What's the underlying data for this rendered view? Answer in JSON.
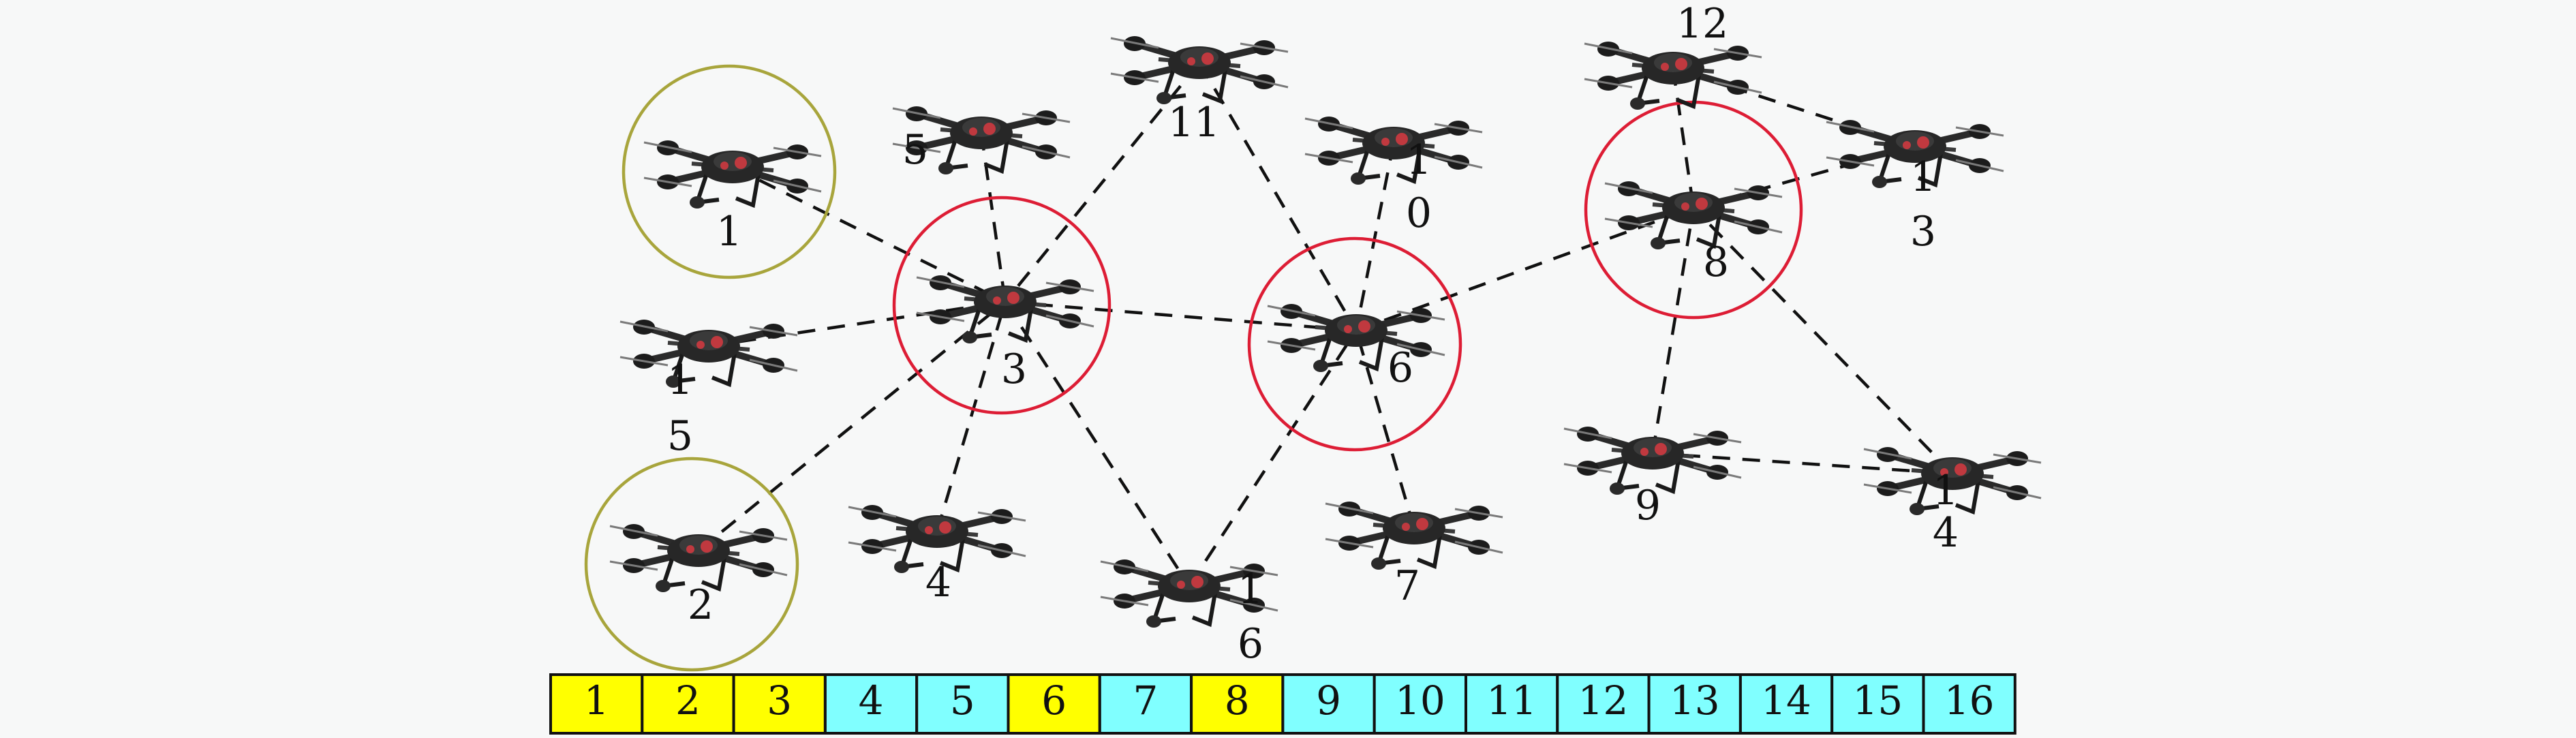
{
  "nodes": [
    {
      "id": "1",
      "label_lines": [
        "1"
      ]
    },
    {
      "id": "2",
      "label_lines": [
        "2"
      ]
    },
    {
      "id": "3",
      "label_lines": [
        "3"
      ]
    },
    {
      "id": "4",
      "label_lines": [
        "4"
      ]
    },
    {
      "id": "5",
      "label_lines": [
        "5"
      ]
    },
    {
      "id": "6",
      "label_lines": [
        "6"
      ]
    },
    {
      "id": "7",
      "label_lines": [
        "7"
      ]
    },
    {
      "id": "8",
      "label_lines": [
        "8"
      ]
    },
    {
      "id": "9",
      "label_lines": [
        "9"
      ]
    },
    {
      "id": "10",
      "label_lines": [
        "1",
        "0"
      ]
    },
    {
      "id": "11",
      "label_lines": [
        "11"
      ]
    },
    {
      "id": "12",
      "label_lines": [
        "12"
      ]
    },
    {
      "id": "13",
      "label_lines": [
        "1",
        "3"
      ]
    },
    {
      "id": "14",
      "label_lines": [
        "1",
        "4"
      ]
    },
    {
      "id": "15",
      "label_lines": [
        "1",
        "5"
      ]
    },
    {
      "id": "16",
      "label_lines": [
        "1",
        "6"
      ]
    }
  ],
  "edges": [
    [
      "1",
      "3"
    ],
    [
      "5",
      "3"
    ],
    [
      "15",
      "3"
    ],
    [
      "2",
      "3"
    ],
    [
      "4",
      "3"
    ],
    [
      "11",
      "3"
    ],
    [
      "3",
      "6"
    ],
    [
      "3",
      "16"
    ],
    [
      "11",
      "6"
    ],
    [
      "10",
      "6"
    ],
    [
      "7",
      "6"
    ],
    [
      "16",
      "6"
    ],
    [
      "6",
      "8"
    ],
    [
      "12",
      "8"
    ],
    [
      "12",
      "13"
    ],
    [
      "13",
      "8"
    ],
    [
      "9",
      "8"
    ],
    [
      "14",
      "8"
    ],
    [
      "9",
      "14"
    ]
  ],
  "circled_nodes": [
    {
      "node": "1",
      "color": "#a8a53c"
    },
    {
      "node": "2",
      "color": "#a8a53c"
    },
    {
      "node": "3",
      "color": "#dd1d35"
    },
    {
      "node": "6",
      "color": "#dd1d35"
    },
    {
      "node": "8",
      "color": "#dd1d35"
    }
  ],
  "slots": [
    {
      "label": "1",
      "color": "#ffff00"
    },
    {
      "label": "2",
      "color": "#ffff00"
    },
    {
      "label": "3",
      "color": "#ffff00"
    },
    {
      "label": "4",
      "color": "#80ffff"
    },
    {
      "label": "5",
      "color": "#80ffff"
    },
    {
      "label": "6",
      "color": "#ffff00"
    },
    {
      "label": "7",
      "color": "#80ffff"
    },
    {
      "label": "8",
      "color": "#ffff00"
    },
    {
      "label": "9",
      "color": "#80ffff"
    },
    {
      "label": "10",
      "color": "#80ffff"
    },
    {
      "label": "11",
      "color": "#80ffff"
    },
    {
      "label": "12",
      "color": "#80ffff"
    },
    {
      "label": "13",
      "color": "#80ffff"
    },
    {
      "label": "14",
      "color": "#80ffff"
    },
    {
      "label": "15",
      "color": "#80ffff"
    },
    {
      "label": "16",
      "color": "#80ffff"
    }
  ],
  "icon": "quadcopter-drone-icon"
}
